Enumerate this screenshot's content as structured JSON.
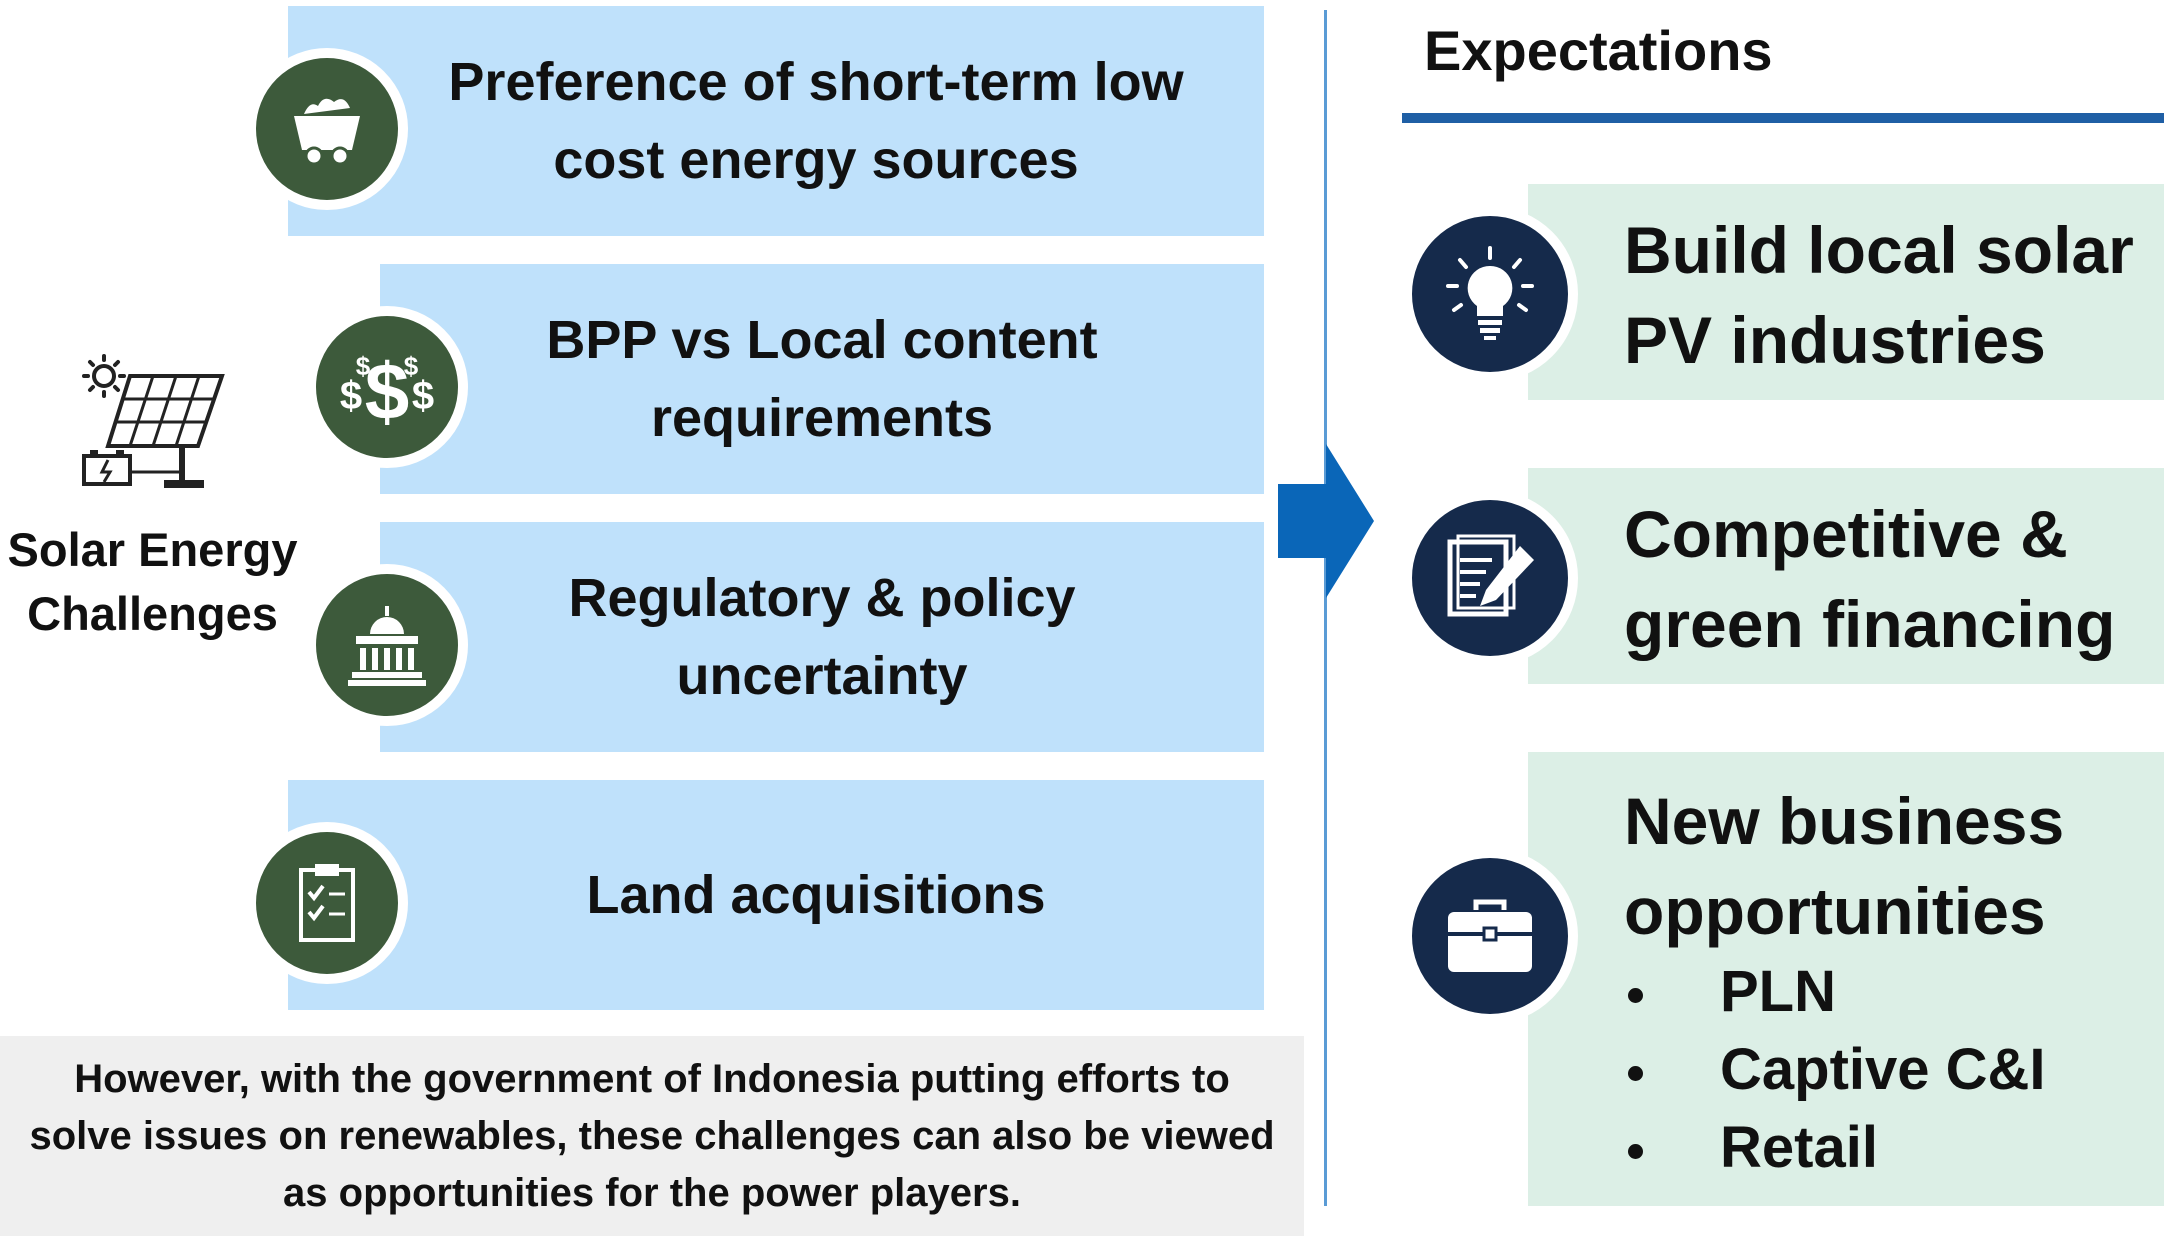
{
  "left": {
    "title_line1": "Solar Energy",
    "title_line2": "Challenges"
  },
  "challenges": [
    {
      "line1": "Preference of short-term low",
      "line2": "cost energy sources",
      "icon": "coal-cart-icon"
    },
    {
      "line1": "BPP vs Local content",
      "line2": "requirements",
      "icon": "dollar-signs-icon"
    },
    {
      "line1": "Regulatory & policy",
      "line2": "uncertainty",
      "icon": "government-building-icon"
    },
    {
      "line1": "Land acquisitions",
      "line2": "",
      "icon": "clipboard-checklist-icon"
    }
  ],
  "note": {
    "line1": "However, with the government of Indonesia putting efforts to",
    "line2": "solve issues on renewables, these challenges can also be viewed",
    "line3": "as opportunities for the power players."
  },
  "expectations": {
    "heading": "Expectations",
    "items": [
      {
        "line1": "Build local solar",
        "line2": "PV industries",
        "icon": "lightbulb-icon"
      },
      {
        "line1": "Competitive &",
        "line2": "green financing",
        "icon": "document-edit-icon"
      },
      {
        "line1": "New business",
        "line2": "opportunities",
        "icon": "briefcase-icon",
        "bullets": [
          "PLN",
          "Captive C&I",
          "Retail"
        ]
      }
    ]
  },
  "colors": {
    "band": "#bfe1fb",
    "challenge_icon_bg": "#3d5a3b",
    "expectation_icon_bg": "#152a4b",
    "expectation_box": "#dcefe6",
    "arrow": "#0a66b8",
    "note_bg": "#efefef"
  }
}
